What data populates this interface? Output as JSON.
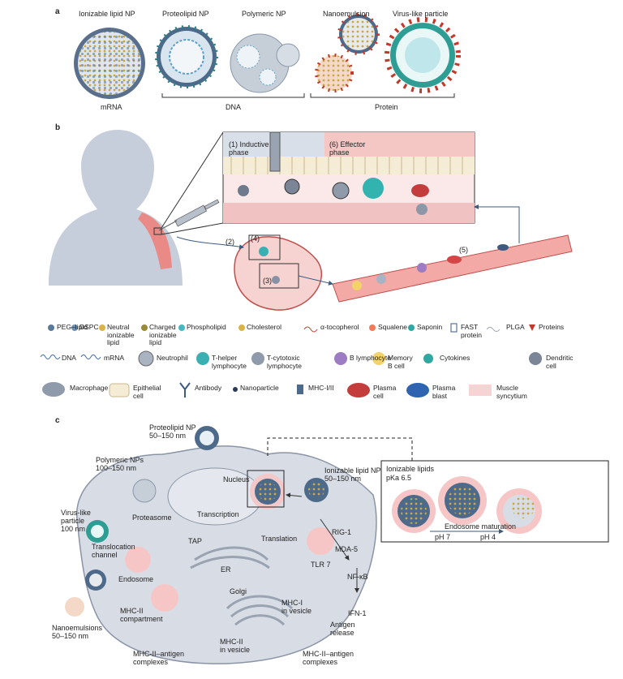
{
  "panel_a": {
    "label": "a",
    "particles": [
      "Ionizable lipid NP",
      "Proteolipid NP",
      "Polymeric NP",
      "Nanoemulsion",
      "Virus-like particle"
    ],
    "groups": [
      "mRNA",
      "DNA",
      "Protein"
    ]
  },
  "panel_b": {
    "label": "b",
    "phase1": "(1) Inductive\nphase",
    "phase6": "(6) Effector\nphase",
    "step2": "(2)",
    "step3": "(3)",
    "step4": "(4)",
    "step5": "(5)"
  },
  "legend": {
    "row1": [
      "PEG–lipid",
      "DSPC",
      "Neutral\nionizable\nlipid",
      "Charged\nionizable\nlipid",
      "Phospholipid",
      "Cholesterol",
      "α-tocopherol",
      "Squalene",
      "Saponin",
      "FAST\nprotein",
      "PLGA",
      "Proteins"
    ],
    "row2": [
      "DNA",
      "mRNA",
      "Neutrophil",
      "T-helper\nlymphocyte",
      "T-cytotoxic\nlymphocyte",
      "B lymphocyte",
      "Memory\nB cell",
      "Cytokines",
      "Dendritic\ncell"
    ],
    "row3": [
      "Macrophage",
      "Epithelial\ncell",
      "Antibody",
      "Nanoparticle",
      "MHC-I/II",
      "Plasma\ncell",
      "Plasma\nblast",
      "Muscle\nsyncytium"
    ]
  },
  "panel_c": {
    "label": "c",
    "proteolipid": "Proteolipid NP\n50–150 nm",
    "polymeric": "Polymeric NPs\n100–150 nm",
    "vlp": "Virus-like\nparticle\n100 nm",
    "nanoemulsions": "Nanoemulsions\n50–150 nm",
    "ionizable": "Ionizable lipid NP\n50–150 nm",
    "nucleus": "Nucleus",
    "proteasome": "Proteasome",
    "transcription": "Transcription",
    "translocation": "Translocation\nchannel",
    "tap": "TAP",
    "translation": "Translation",
    "er": "ER",
    "endosome": "Endosome",
    "golgi": "Golgi",
    "rig1": "RIG-1",
    "mda5": "MDA-5",
    "tlr7": "TLR 7",
    "nfkb": "NF-κB",
    "ifn1": "IFN-1",
    "mhc2comp": "MHC-II\ncompartment",
    "mhc1ves": "MHC-I\nin vesicle",
    "mhc2ves": "MHC-II\nin vesicle",
    "antigen_release": "Antigen\nrelease",
    "mhc2complex_left": "MHC-II–antigen\ncomplexes",
    "mhc2complex_right": "MHC-II–antigen\ncomplexes",
    "inset_title": "Ionizable lipids",
    "inset_pka": "pKa 6.5",
    "inset_maturation": "Endosome maturation",
    "inset_ph7": "pH 7",
    "inset_ph4": "pH 4"
  }
}
